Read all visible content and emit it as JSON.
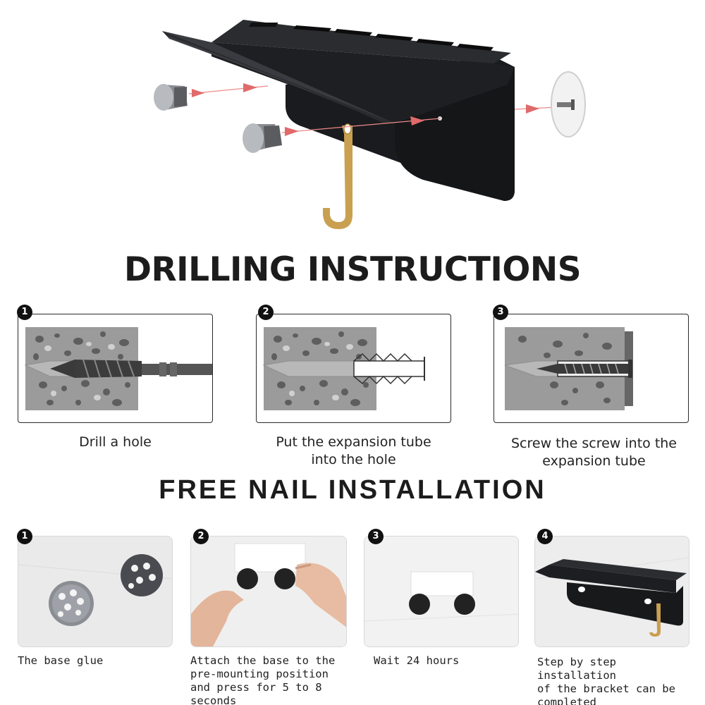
{
  "drilling": {
    "title": "DRILLING INSTRUCTIONS",
    "steps": [
      {
        "number": "1",
        "caption_line1": "Drill a hole",
        "caption_line2": ""
      },
      {
        "number": "2",
        "caption_line1": "Put the expansion tube",
        "caption_line2": "into the hole"
      },
      {
        "number": "3",
        "caption_line1": "Screw the screw into the",
        "caption_line2": "expansion tube"
      }
    ]
  },
  "free_nail": {
    "title": "FREE NAIL INSTALLATION",
    "steps": [
      {
        "number": "1",
        "caption_lines": [
          "The base glue"
        ]
      },
      {
        "number": "2",
        "caption_lines": [
          "Attach the base to the",
          "pre-mounting position",
          "and press for 5 to 8 seconds"
        ]
      },
      {
        "number": "3",
        "caption_lines": [
          "Wait 24 hours"
        ]
      },
      {
        "number": "4",
        "caption_lines": [
          "Step by step installation",
          "of the bracket can be",
          "completed"
        ]
      }
    ]
  },
  "colors": {
    "shelf": "#1e1f22",
    "hook": "#c9a050",
    "arrow": "#e06a6a",
    "concrete": "#9b9b9b",
    "badge": "#111111"
  },
  "icons": [
    "shelf-product-illustration",
    "hook-icon",
    "anchor-plug-icon",
    "screw-icon",
    "drill-bit-icon",
    "expansion-tube-icon"
  ]
}
